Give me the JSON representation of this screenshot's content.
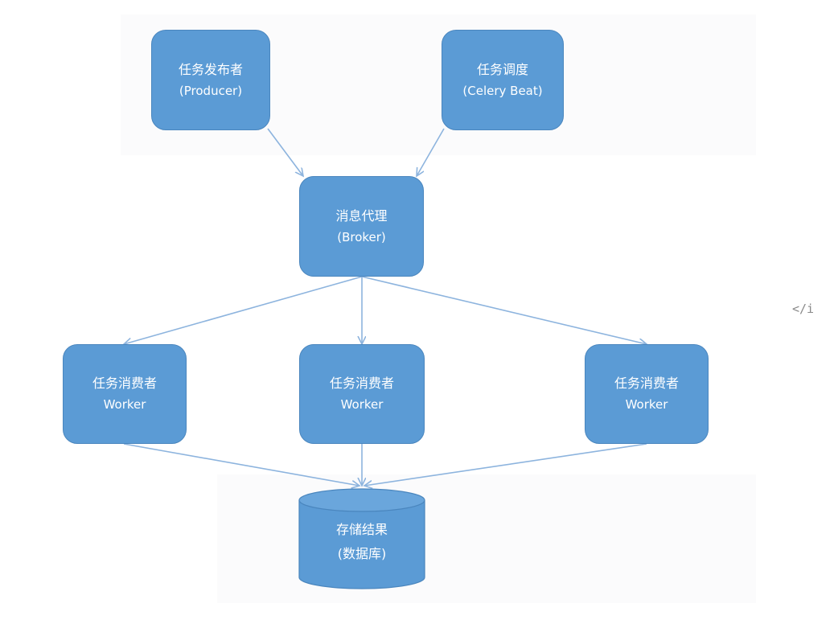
{
  "nodes": {
    "producer": {
      "line1": "任务发布者",
      "line2": "(Producer)"
    },
    "beat": {
      "line1": "任务调度",
      "line2": "(Celery Beat)"
    },
    "broker": {
      "line1": "消息代理",
      "line2": "(Broker)"
    },
    "workers": [
      {
        "line1": "任务消费者",
        "line2": "Worker"
      },
      {
        "line1": "任务消费者",
        "line2": "Worker"
      },
      {
        "line1": "任务消费者",
        "line2": "Worker"
      }
    ],
    "storage": {
      "line1": "存储结果",
      "line2": "(数据库)"
    }
  },
  "stray_text": "</i",
  "colors": {
    "node_fill": "#5b9bd5",
    "node_border": "#4a86be",
    "arrow": "#8db4de",
    "text": "#ffffff"
  }
}
